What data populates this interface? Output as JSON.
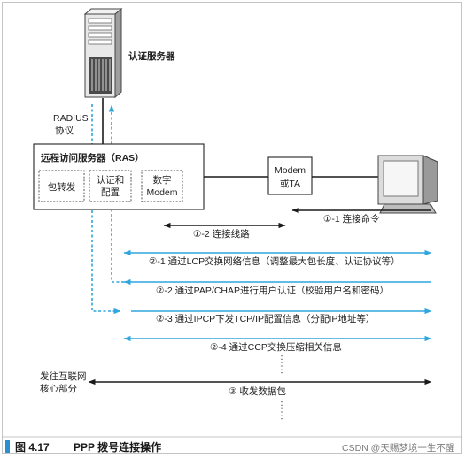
{
  "diagram": {
    "auth_server": {
      "label": "认证服务器",
      "icon": "server-icon"
    },
    "radius": {
      "line1": "RADIUS",
      "line2": "协议"
    },
    "ras": {
      "title": "远程访问服务器（RAS）",
      "packet_forwarding": "包转发",
      "auth_config": {
        "line1": "认证和",
        "line2": "配置"
      },
      "digital_modem": {
        "line1": "数字",
        "line2": "Modem"
      }
    },
    "modem": {
      "line1": "Modem",
      "line2": "或TA"
    },
    "client": {
      "icon": "computer-icon"
    },
    "internet": {
      "line1": "发往互联网",
      "line2": "核心部分"
    },
    "steps": {
      "step_1_1": "①-1 连接命令",
      "step_1_2": "①-2 连接线路",
      "step_2_1": "②-1 通过LCP交换网络信息（调整最大包长度、认证协议等）",
      "step_2_2": "②-2 通过PAP/CHAP进行用户认证（校验用户名和密码）",
      "step_2_3": "②-3 通过IPCP下发TCP/IP配置信息（分配IP地址等）",
      "step_2_4": "②-4 通过CCP交换压缩相关信息",
      "step_3": "③ 收发数据包"
    }
  },
  "caption": {
    "number": "图 4.17",
    "title": "PPP 拨号连接操作"
  },
  "watermark": "CSDN @天赐梦境一生不醒",
  "colors": {
    "accent_blue": "#2fa6dd",
    "line_black": "#1a1a1a",
    "caption_bar": "#2a8fd0"
  }
}
